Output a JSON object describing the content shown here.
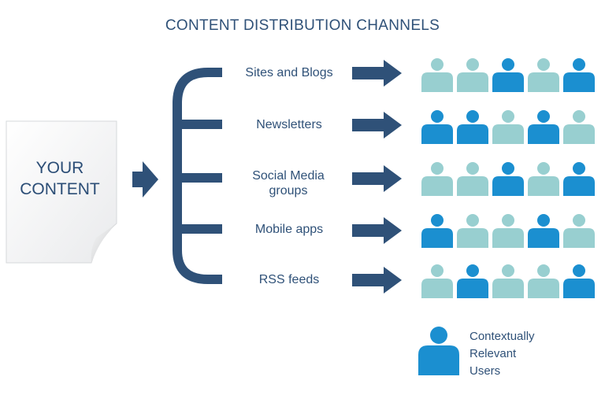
{
  "title": "CONTENT DISTRIBUTION CHANNELS",
  "source": {
    "line1": "YOUR",
    "line2": "CONTENT"
  },
  "channels": [
    {
      "label": "Sites and Blogs",
      "users": [
        "light",
        "light",
        "dark",
        "light",
        "dark"
      ]
    },
    {
      "label": "Newsletters",
      "users": [
        "dark",
        "dark",
        "light",
        "dark",
        "light"
      ]
    },
    {
      "label": "Social Media groups",
      "users": [
        "light",
        "light",
        "dark",
        "light",
        "dark"
      ]
    },
    {
      "label": "Mobile apps",
      "users": [
        "dark",
        "light",
        "light",
        "dark",
        "light"
      ]
    },
    {
      "label": "RSS feeds",
      "users": [
        "light",
        "dark",
        "light",
        "light",
        "dark"
      ]
    }
  ],
  "legend": {
    "line1": "Contextually",
    "line2": "Relevant",
    "line3": "Users"
  },
  "colors": {
    "navy": "#2f5178",
    "dark_user": "#1b8fd0",
    "light_user": "#98cfd0"
  },
  "icons": {
    "arrow": "right-arrow-icon",
    "user": "person-icon"
  }
}
